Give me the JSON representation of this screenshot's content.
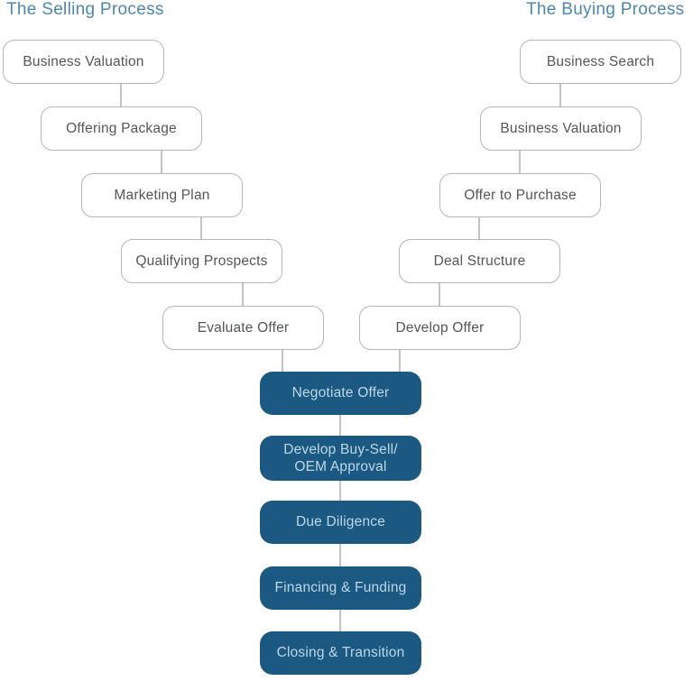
{
  "diagram": {
    "selling": {
      "title": "The Selling Process",
      "steps": [
        {
          "label": "Business Valuation"
        },
        {
          "label": "Offering Package"
        },
        {
          "label": "Marketing Plan"
        },
        {
          "label": "Qualifying Prospects"
        },
        {
          "label": "Evaluate Offer"
        }
      ]
    },
    "buying": {
      "title": "The Buying Process",
      "steps": [
        {
          "label": "Business Search"
        },
        {
          "label": "Business Valuation"
        },
        {
          "label": "Offer to Purchase"
        },
        {
          "label": "Deal Structure"
        },
        {
          "label": "Develop Offer"
        }
      ]
    },
    "shared": {
      "steps": [
        {
          "label": "Negotiate Offer"
        },
        {
          "label": "Develop Buy-Sell/\nOEM Approval"
        },
        {
          "label": "Due Diligence"
        },
        {
          "label": "Financing & Funding"
        },
        {
          "label": "Closing & Transition"
        }
      ]
    },
    "colors": {
      "background": "#ffffff",
      "title_text": "#4e86ad",
      "node_border": "#b6b6b6",
      "node_text": "#545557",
      "shared_node_bg": "#1b5983",
      "shared_node_text": "#bdd7e7",
      "connector": "#c4c4c4"
    }
  }
}
